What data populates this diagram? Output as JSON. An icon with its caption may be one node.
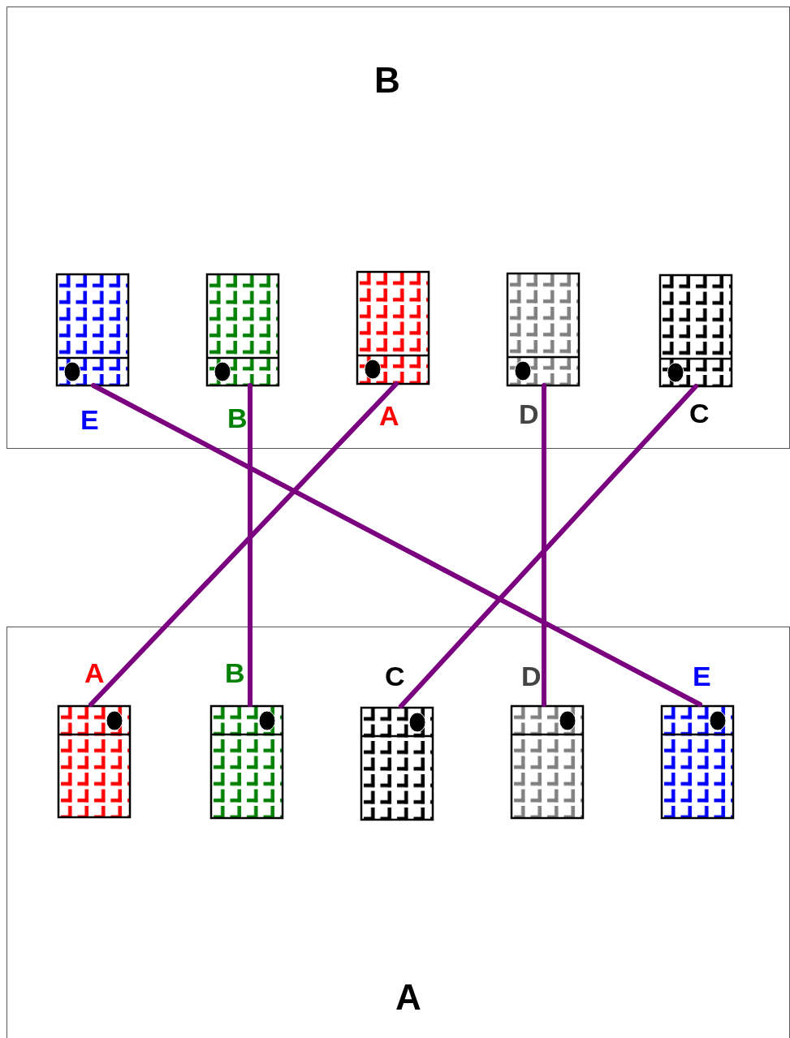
{
  "diagram": {
    "nodes": [
      {
        "text": [
          "B"
        ]
      },
      {
        "text": [
          "E"
        ],
        "in": 0
      },
      {
        "text": [
          "B"
        ],
        "in": 0
      },
      {
        "text": [
          "A"
        ],
        "in": 0
      },
      {
        "text": [
          "D"
        ],
        "in": 0
      },
      {
        "text": [
          "C"
        ],
        "in": 0
      },
      {
        "text": [
          "A"
        ]
      },
      {
        "text": [
          "A"
        ],
        "in": 6
      },
      {
        "text": [
          "B"
        ],
        "in": 6
      },
      {
        "text": [
          "C"
        ],
        "in": 6
      },
      {
        "text": [
          "D"
        ],
        "in": 6
      },
      {
        "text": [
          "E"
        ],
        "in": 6
      }
    ],
    "edges": [
      {
        "from": 1,
        "to": 11,
        "arrow": "none"
      },
      {
        "from": 2,
        "to": 8,
        "arrow": "none"
      },
      {
        "from": 3,
        "to": 7,
        "arrow": "none"
      },
      {
        "from": 4,
        "to": 10,
        "arrow": "none"
      },
      {
        "from": 5,
        "to": 9,
        "arrow": "none"
      }
    ]
  }
}
